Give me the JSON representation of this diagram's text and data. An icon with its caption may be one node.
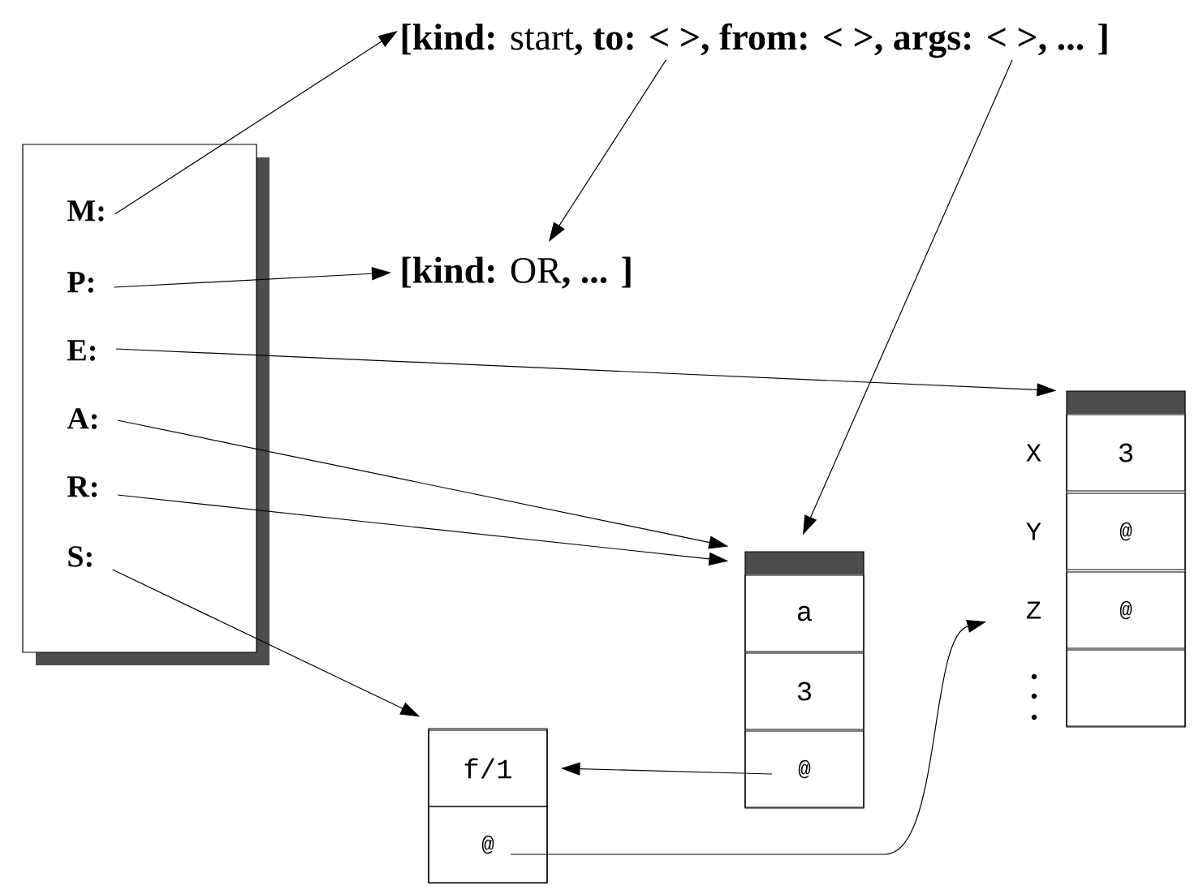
{
  "diagram": {
    "nodes": [
      {
        "text": [],
        "shape": "box"
      },
      {
        "text": [
          "M:"
        ],
        "in": 0
      },
      {
        "text": [
          "P:"
        ],
        "in": 0
      },
      {
        "text": [
          "E:"
        ],
        "in": 0
      },
      {
        "text": [
          "A:"
        ],
        "in": 0
      },
      {
        "text": [
          "R:"
        ],
        "in": 0
      },
      {
        "text": [
          "S:"
        ],
        "in": 0
      },
      {
        "text": [
          "**[kind:** start**, to: < >, from: < >, args: < >, ... ]**"
        ]
      },
      {
        "text": [
          "**[kind:** OR**, ... ]**"
        ]
      },
      {
        "text": [],
        "shape": "box"
      },
      {
        "text": [
          "a"
        ],
        "in": 9
      },
      {
        "text": [
          "3"
        ],
        "in": 9
      },
      {
        "text": [
          "@"
        ],
        "in": 9
      },
      {
        "text": [],
        "shape": "box"
      },
      {
        "text": [
          "3"
        ],
        "in": 13,
        "beside": [
          "X"
        ]
      },
      {
        "text": [
          "@"
        ],
        "in": 13,
        "beside": [
          "Y"
        ]
      },
      {
        "text": [
          "@"
        ],
        "in": 13,
        "beside": [
          "Z"
        ]
      },
      {
        "text": [],
        "shape": "box",
        "in": 13
      },
      {
        "text": [],
        "shape": "box"
      },
      {
        "text": [
          "f/1"
        ],
        "in": 18
      },
      {
        "text": [
          "@"
        ],
        "in": 18
      }
    ],
    "edges": [
      {
        "from": 1,
        "to": 7,
        "arrow": "to"
      },
      {
        "from": 2,
        "to": 8,
        "arrow": "to"
      },
      {
        "from": 3,
        "to": 13,
        "arrow": "to"
      },
      {
        "from": 4,
        "to": 9,
        "arrow": "to"
      },
      {
        "from": 5,
        "to": 9,
        "arrow": "to"
      },
      {
        "from": 6,
        "to": 19,
        "arrow": "to"
      },
      {
        "from": 7,
        "to": 8,
        "arrow": "to"
      },
      {
        "from": 7,
        "to": 9,
        "arrow": "to"
      },
      {
        "from": 12,
        "to": 19,
        "arrow": "to"
      },
      {
        "from": 20,
        "to": 16,
        "arrow": "to"
      }
    ]
  }
}
